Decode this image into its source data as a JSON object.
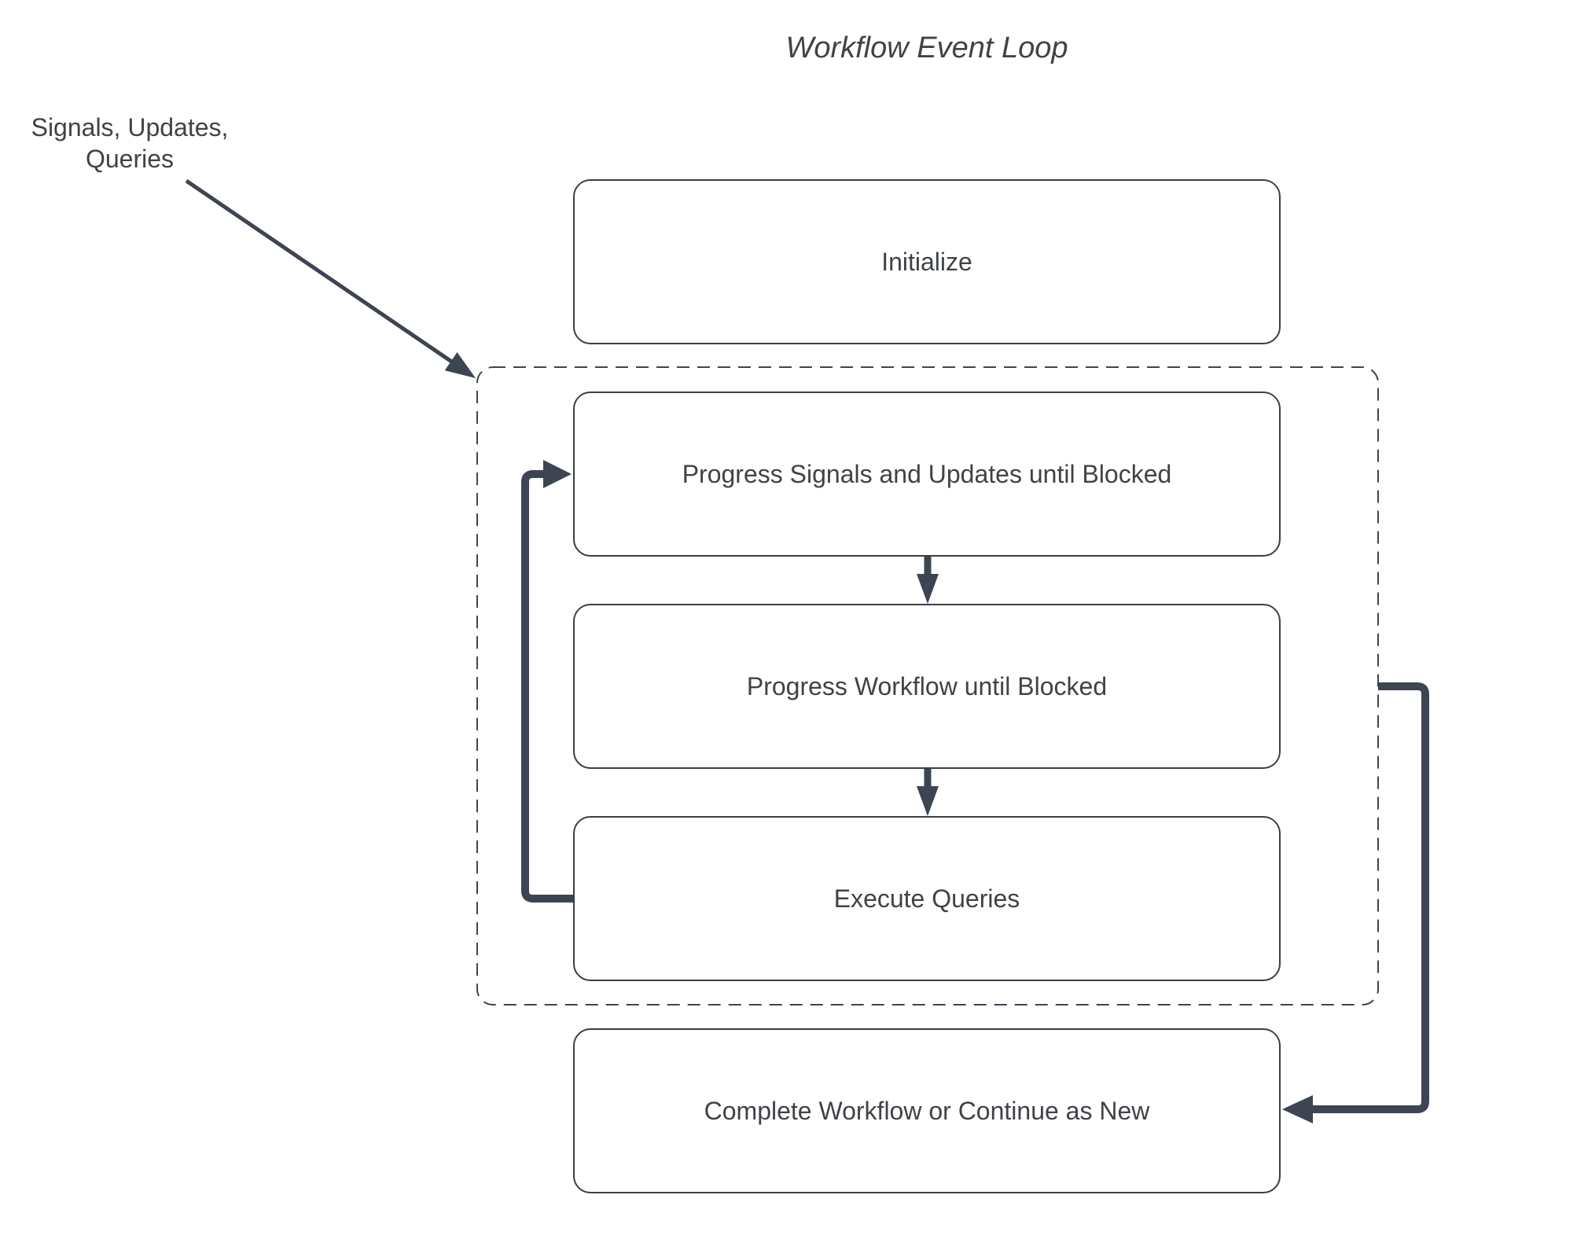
{
  "title": "Workflow Event Loop",
  "annotation": {
    "text": "Signals, Updates,\nQueries"
  },
  "diagram": {
    "nodes": [
      {
        "id": "initialize",
        "label": "Initialize"
      },
      {
        "id": "progress-signals-updates",
        "label": "Progress Signals and Updates until Blocked"
      },
      {
        "id": "progress-workflow",
        "label": "Progress Workflow until Blocked"
      },
      {
        "id": "execute-queries",
        "label": "Execute Queries"
      },
      {
        "id": "complete-or-continue",
        "label": "Complete Workflow or Continue as New"
      }
    ],
    "group": {
      "id": "event-loop-group",
      "style": "dashed-rounded-rect",
      "members": [
        "progress-signals-updates",
        "progress-workflow",
        "execute-queries"
      ]
    },
    "edges": [
      {
        "from": "annotation",
        "to": "event-loop-group",
        "style": "thin-arrow"
      },
      {
        "from": "progress-signals-updates",
        "to": "progress-workflow",
        "style": "thick-arrow-down"
      },
      {
        "from": "progress-workflow",
        "to": "execute-queries",
        "style": "thick-arrow-down"
      },
      {
        "from": "execute-queries",
        "to": "progress-signals-updates",
        "style": "thick-arrow-loop-left"
      },
      {
        "from": "event-loop-group",
        "to": "complete-or-continue",
        "style": "thick-arrow-right"
      }
    ]
  },
  "colors": {
    "background": "#ffffff",
    "node_border": "#3a3e45",
    "node_fill": "#ffffff",
    "connector": "#3d4452",
    "text": "#3f4347"
  }
}
